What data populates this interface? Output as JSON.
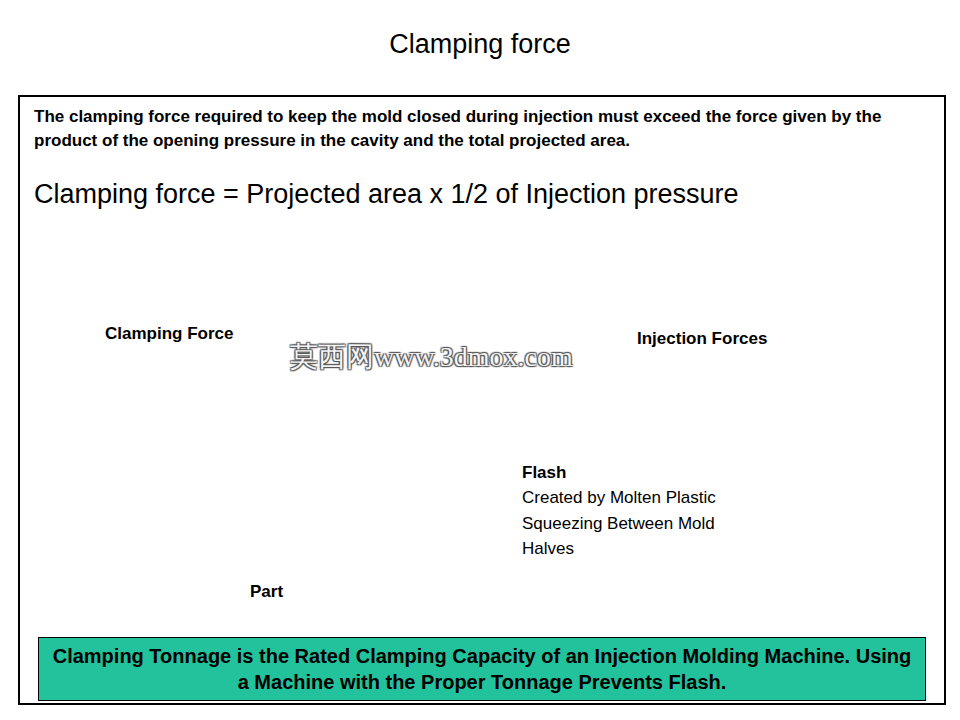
{
  "diagram": {
    "title": "Clamping force",
    "nodes": [
      {
        "text": [
          "The clamping force required to keep the mold closed during injection must exceed the force given by the product of the opening pressure in the cavity and the total projected area.",
          "Clamping force = Projected area x 1/2 of Injection pressure"
        ]
      },
      {
        "text": [
          "Clamping Tonnage is the Rated Clamping Capacity of an Injection Molding Machine. Using a Machine with the Proper Tonnage Prevents Flash."
        ],
        "in": 0
      }
    ],
    "labels": [
      "Clamping Force",
      "Injection Forces",
      "莫西网www.3dmox.com",
      "Flash",
      "Created by Molten Plastic Squeezing Between Mold Halves",
      "Part"
    ]
  }
}
